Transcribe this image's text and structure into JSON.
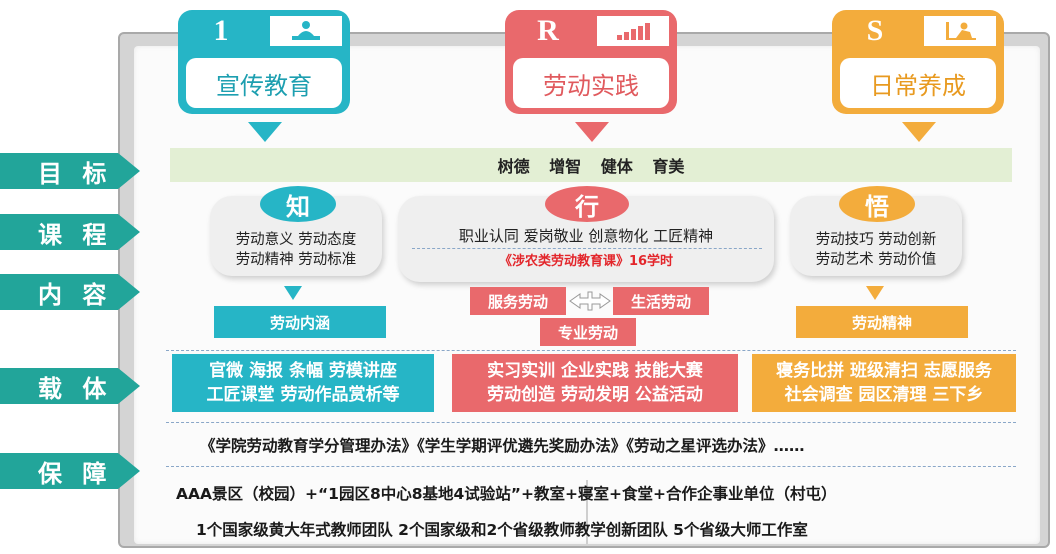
{
  "pillars": [
    {
      "letter": "1",
      "label": "宣传教育",
      "color": "#26b5c6",
      "icon": "person-at-desk-icon"
    },
    {
      "letter": "R",
      "label": "劳动实践",
      "color": "#e9696c",
      "icon": "bar-chart-icon"
    },
    {
      "letter": "S",
      "label": "日常养成",
      "color": "#f3ac3c",
      "icon": "worker-at-desk-icon"
    }
  ],
  "row_labels": [
    "目 标",
    "课 程",
    "内 容",
    "载 体",
    "保 障"
  ],
  "goal": "树德 增智 健体 育美",
  "courses": {
    "know": {
      "badge": "知",
      "lines": [
        "劳动意义  劳动态度",
        "劳动精神  劳动标准"
      ]
    },
    "act": {
      "badge": "行",
      "line": "职业认同  爱岗敬业  创意物化  工匠精神",
      "note": "《涉农类劳动教育课》16学时"
    },
    "realize": {
      "badge": "悟",
      "lines": [
        "劳动技巧  劳动创新",
        "劳动艺术  劳动价值"
      ]
    }
  },
  "content": {
    "left": "劳动内涵",
    "service": "服务劳动",
    "life": "生活劳动",
    "professional": "专业劳动",
    "right": "劳动精神"
  },
  "carriers": {
    "left": [
      "官微  海报  条幅  劳模讲座",
      "工匠课堂  劳动作品赏析等"
    ],
    "middle": [
      "实习实训  企业实践  技能大赛",
      "劳动创造  劳动发明  公益活动"
    ],
    "right": [
      "寝务比拼  班级清扫  志愿服务",
      "社会调查  园区清理    三下乡"
    ]
  },
  "guarantees": {
    "policies": "《学院劳动教育学分管理办法》《学生学期评优遴先奖励办法》《劳动之星评选办法》……",
    "venues": "AAA景区（校园）+“1园区8中心8基地4试验站”+教室+寝室+食堂+合作企事业单位（村屯）",
    "teams": "1个国家级黄大年式教师团队   2个国家级和2个省级教师教学创新团队   5个省级大师工作室"
  },
  "colors": {
    "teal": "#22a59a",
    "blue": "#26b5c6",
    "red": "#e9696c",
    "orange": "#f3ac3c",
    "goal_bg": "#e3efd4",
    "note_red": "#e3262b"
  }
}
